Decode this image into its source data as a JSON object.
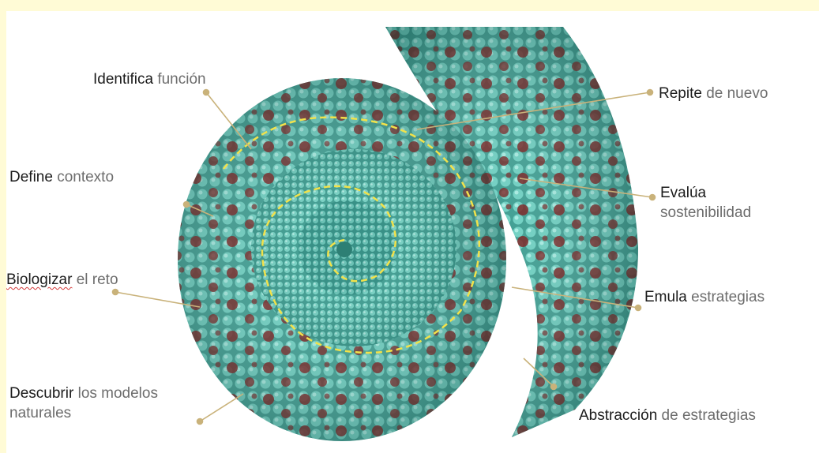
{
  "stages": [
    {
      "id": "identifica",
      "bold": "Identifica",
      "rest": " función",
      "line2": ""
    },
    {
      "id": "define",
      "bold": "Define",
      "rest": " contexto",
      "line2": ""
    },
    {
      "id": "biologizar",
      "bold": "Biologizar",
      "rest": " el reto",
      "line2": ""
    },
    {
      "id": "descubrir",
      "bold": "Descubrir",
      "rest": " los modelos",
      "line2": "naturales"
    },
    {
      "id": "abstraccion",
      "bold": "Abstracción",
      "rest": " de estrategias",
      "line2": ""
    },
    {
      "id": "emula",
      "bold": "Emula",
      "rest": " estrategias",
      "line2": ""
    },
    {
      "id": "evalua",
      "bold": "Evalúa",
      "rest": "",
      "line2": "sostenibilidad"
    },
    {
      "id": "repite",
      "bold": "Repite",
      "rest": " de nuevo",
      "line2": ""
    }
  ],
  "colors": {
    "background": "#fffbd6",
    "scale_teal": "#5fc4b6",
    "scale_red": "#7a1f1f",
    "spiral_guide": "#f2e24a",
    "leader_line": "#c9b27a"
  }
}
